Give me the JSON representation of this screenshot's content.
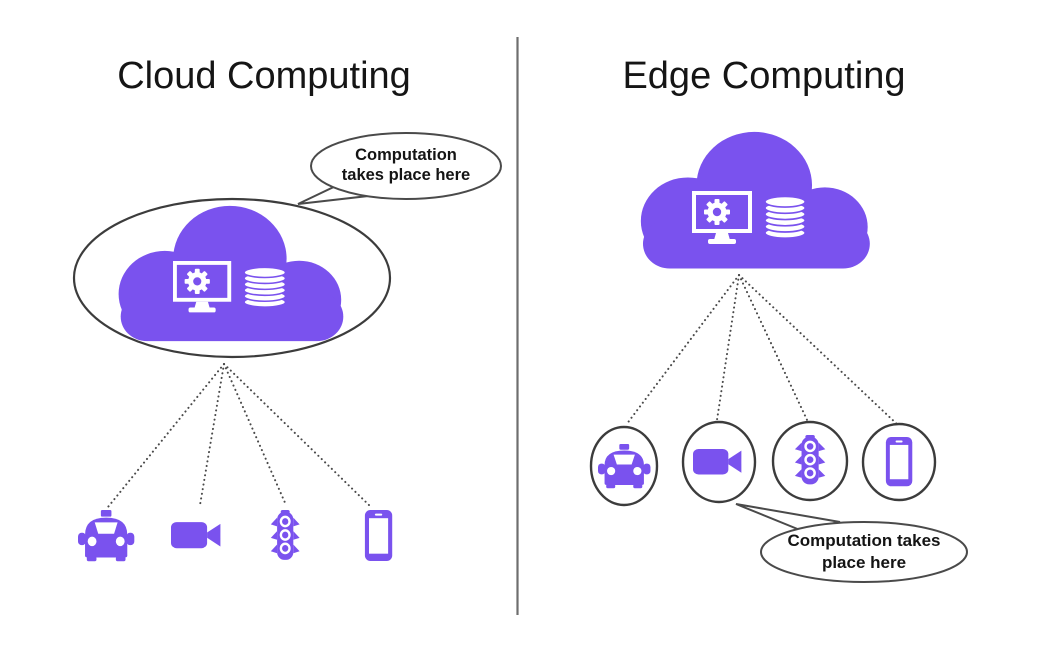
{
  "diagram": {
    "left": {
      "title": "Cloud Computing",
      "bubble": {
        "line1": "Computation",
        "line2": "takes place here"
      },
      "devices": [
        "car",
        "video-camera",
        "traffic-light",
        "smartphone"
      ],
      "cloud_contents": [
        "compute-monitor",
        "database"
      ]
    },
    "right": {
      "title": "Edge Computing",
      "bubble": {
        "line1": "Computation takes",
        "line2": "place here"
      },
      "devices": [
        "car",
        "video-camera",
        "traffic-light",
        "smartphone"
      ],
      "cloud_contents": [
        "compute-monitor",
        "database"
      ]
    },
    "colors": {
      "purple": "#7a52ee",
      "outline": "#3c3c3c",
      "divider": "#6e6e6e",
      "dotted_line": "#4a4a4a",
      "background": "#ffffff",
      "text": "#151515"
    }
  }
}
